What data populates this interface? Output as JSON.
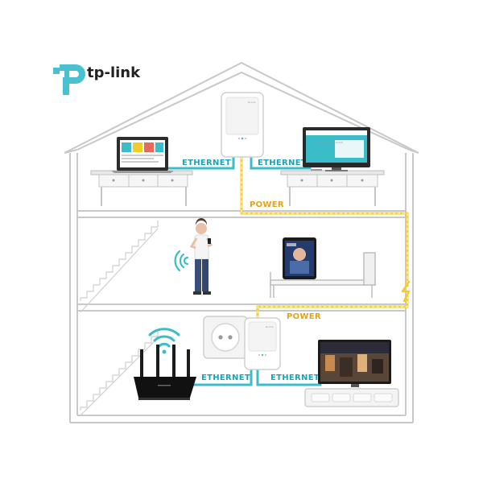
{
  "brand": {
    "logo_text": "tp-link",
    "teal": "#4ac1d1",
    "device_logo": "tp-link"
  },
  "labels": {
    "ethernet_top_left": "ETHERNET",
    "ethernet_top_right": "ETHERNET",
    "power_top": "POWER",
    "power_bottom": "POWER",
    "ethernet_bottom_left": "ETHERNET",
    "ethernet_bottom_right": "ETHERNET"
  },
  "screens": {
    "monitor_text": "Zum Shoppen bereit"
  },
  "colors": {
    "ethernet": "#3bbdc9",
    "power": "#f3cc2a",
    "house_outline": "#c8c8c8"
  },
  "icons": [
    "tp-link-logo-icon",
    "wifi-icon",
    "signal-icon",
    "lightning-icon"
  ]
}
